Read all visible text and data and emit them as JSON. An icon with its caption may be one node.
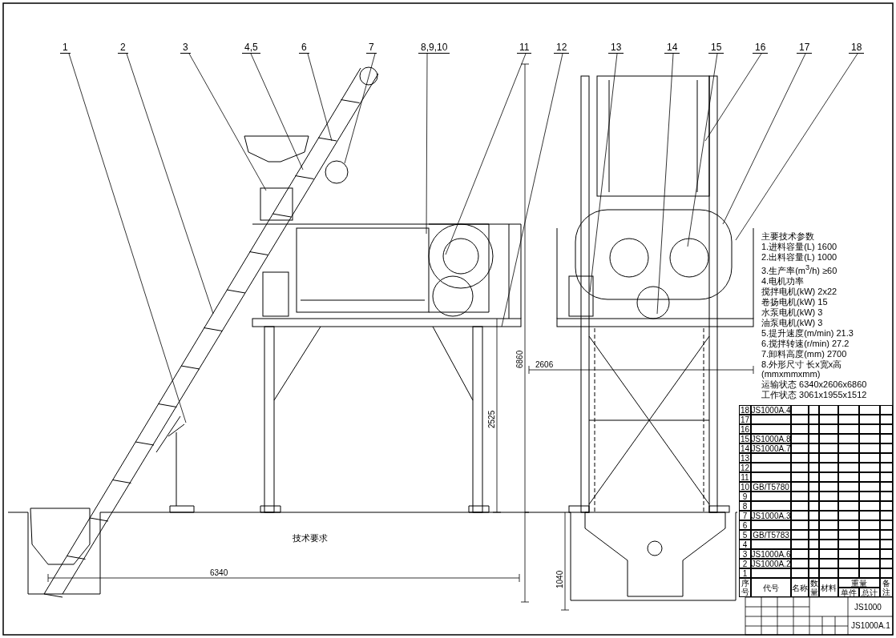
{
  "diagram": {
    "nodes": [
      {
        "text": [
          "1"
        ]
      },
      {
        "text": [
          "2"
        ]
      },
      {
        "text": [
          "3"
        ]
      },
      {
        "text": [
          "4,5"
        ]
      },
      {
        "text": [
          "6"
        ]
      },
      {
        "text": [
          "7"
        ]
      },
      {
        "text": [
          "8,9,10"
        ]
      },
      {
        "text": [
          "11"
        ]
      },
      {
        "text": [
          "12"
        ]
      },
      {
        "text": [
          "13"
        ]
      },
      {
        "text": [
          "14"
        ]
      },
      {
        "text": [
          "15"
        ]
      },
      {
        "text": [
          "16"
        ]
      },
      {
        "text": [
          "17"
        ]
      },
      {
        "text": [
          "18"
        ]
      }
    ],
    "edges": [
      {
        "from": 0,
        "to": null,
        "arrow": "none"
      },
      {
        "from": 1,
        "to": null,
        "arrow": "none"
      },
      {
        "from": 2,
        "to": null,
        "arrow": "none"
      },
      {
        "from": 3,
        "to": null,
        "arrow": "none"
      },
      {
        "from": 4,
        "to": null,
        "arrow": "none"
      },
      {
        "from": 5,
        "to": null,
        "arrow": "none"
      },
      {
        "from": 6,
        "to": null,
        "arrow": "none"
      },
      {
        "from": 7,
        "to": null,
        "arrow": "none"
      },
      {
        "from": 8,
        "to": null,
        "arrow": "none"
      },
      {
        "from": 9,
        "to": null,
        "arrow": "none"
      },
      {
        "from": 10,
        "to": null,
        "arrow": "none"
      },
      {
        "from": 11,
        "to": null,
        "arrow": "none"
      },
      {
        "from": 12,
        "to": null,
        "arrow": "none"
      },
      {
        "from": 13,
        "to": null,
        "arrow": "none"
      },
      {
        "from": 14,
        "to": null,
        "arrow": "none"
      }
    ],
    "labels": [
      "6860",
      "2606",
      "2525",
      "6340",
      "1040",
      "主要技术参数",
      "1.进料容量(L)  1600",
      "2.出料容量(L)  1000",
      "3.生产率(m$^{3}$/h)  ≥60",
      "4.电机功率",
      "搅拌电机(kW)  2x22",
      "卷扬电机(kW)  15",
      "水泵电机(kW)  3",
      "油泵电机(kW)  3",
      "5.提升速度(m/min)  21.3",
      "6.搅拌转速(r/min)  27.2",
      "7.卸料高度(mm)  2700",
      "8.外形尺寸 长x宽x高(mmxmmxmm)",
      "运输状态  6340x2606x6860",
      "工作状态  3061x1955x1512",
      "技术要求",
      "18",
      "JS1000A.4",
      "17",
      "16",
      "15",
      "JS1000A.8",
      "14",
      "JS1000A.7",
      "13",
      "12",
      "11",
      "10",
      "GB/T5780",
      "9",
      "8",
      "7",
      "JS1000A.3",
      "6",
      "5",
      "GB/T5783",
      "4",
      "3",
      "JS1000A.6",
      "2",
      "JS1000A.2",
      "1",
      "序号",
      "代号",
      "名称",
      "数量",
      "材料",
      "重量",
      "单件",
      "总计",
      "备注",
      "JS1000",
      "JS1000A.1"
    ]
  }
}
